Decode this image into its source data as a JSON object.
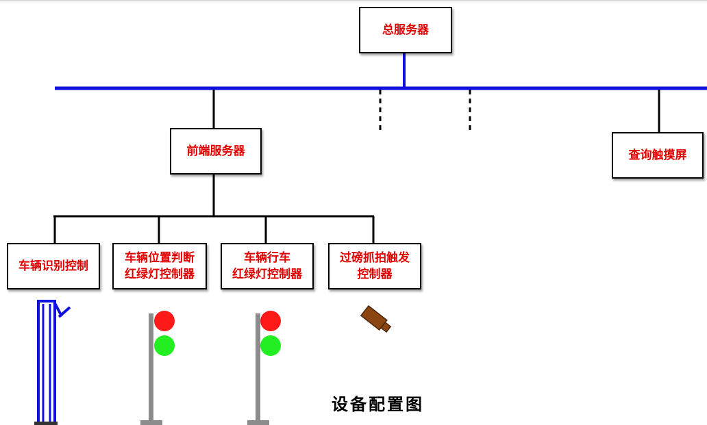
{
  "nodes": {
    "main_server": "总服务器",
    "front_server": "前端服务器",
    "query_screen": "查询触摸屏",
    "vehicle_recognition": "车辆识别控制",
    "position_light": "车辆位置判断\n红绿灯控制器",
    "drive_light": "车辆行车\n红绿灯控制器",
    "weigh_capture": "过磅抓拍触发\n控制器"
  },
  "caption": "设备配置图",
  "colors": {
    "bus_line": "#1010e0",
    "connector": "#000000",
    "box_text": "#e00000",
    "light_red": "#ff1a1a",
    "light_green": "#22ee22",
    "pole": "#8c8c8c",
    "camera": "#8b4513",
    "barrier": "#1010e0"
  },
  "icons": {
    "barrier": "barrier-gate-icon",
    "traffic_light": "traffic-light-icon",
    "camera": "camera-icon"
  }
}
